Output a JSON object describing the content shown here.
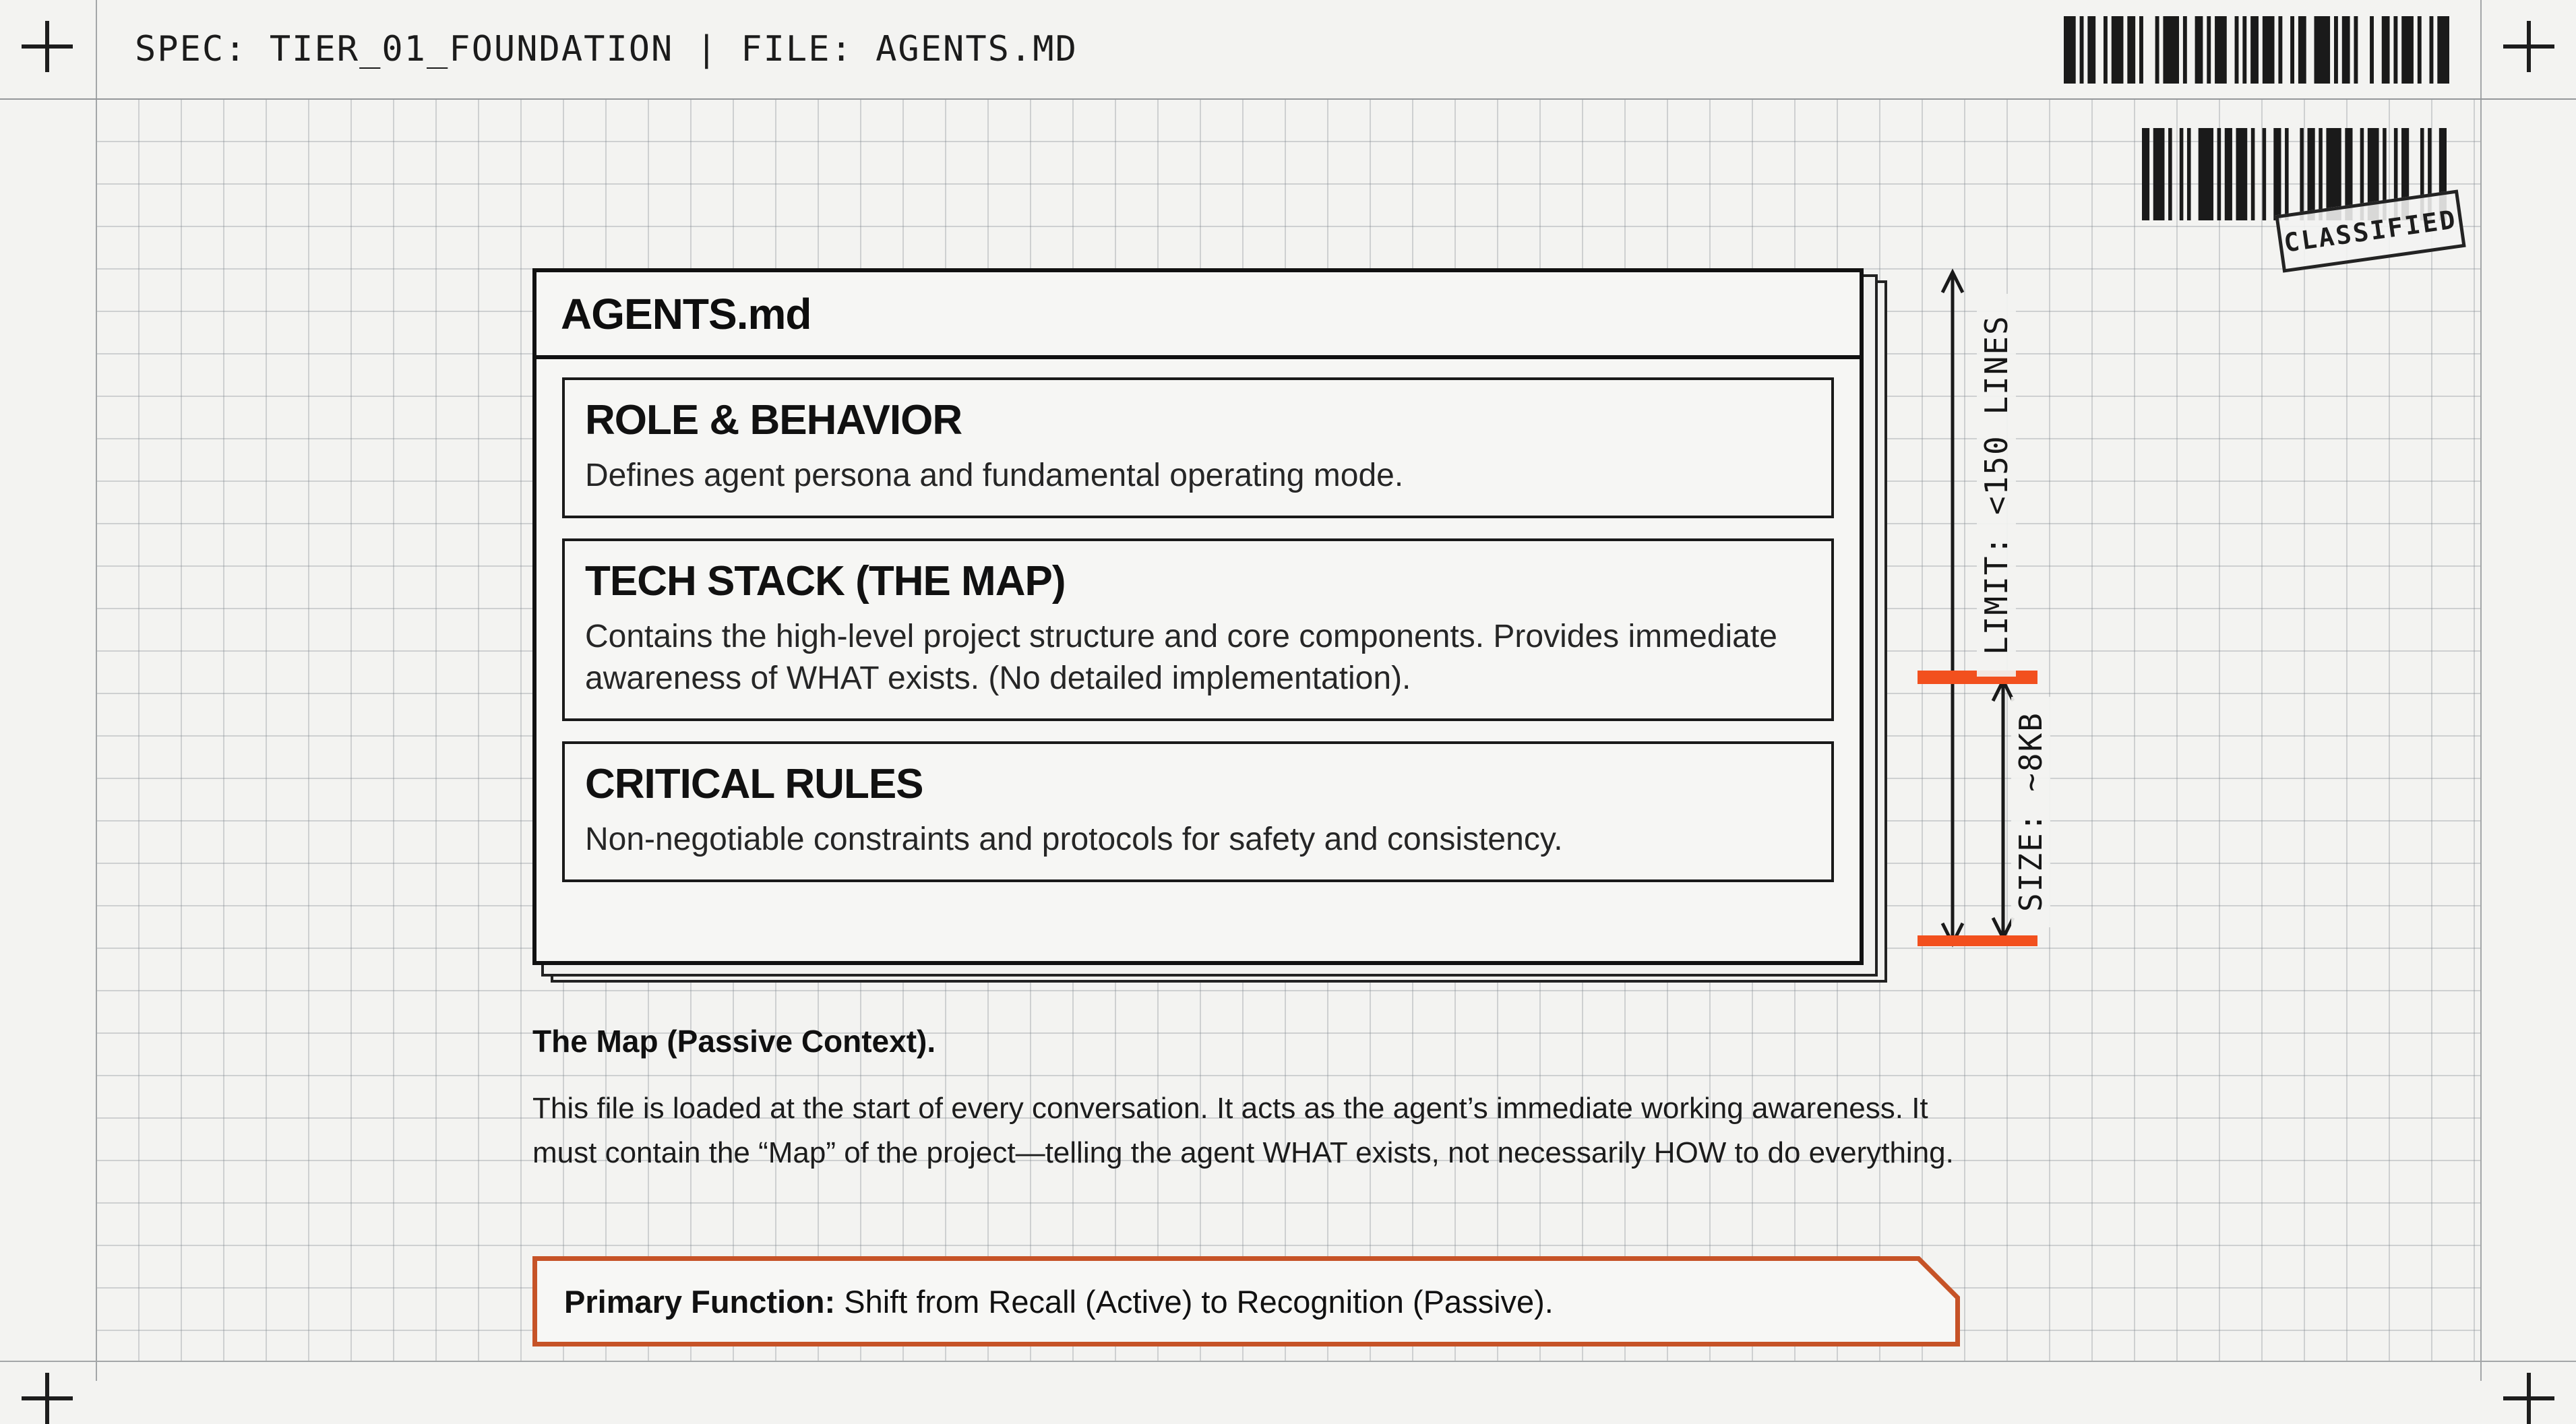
{
  "header": {
    "title": "SPEC: TIER_01_FOUNDATION | FILE: AGENTS.MD"
  },
  "stamp": {
    "label": "CLASSIFIED"
  },
  "card": {
    "title": "AGENTS.md",
    "sections": [
      {
        "title": "ROLE & BEHAVIOR",
        "description": "Defines agent persona and fundamental operating mode."
      },
      {
        "title": "TECH STACK (THE MAP)",
        "description": "Contains the high-level project structure and core components. Provides immediate awareness of WHAT exists. (No detailed implementation)."
      },
      {
        "title": "CRITICAL RULES",
        "description": "Non-negotiable constraints and protocols for safety and consistency."
      }
    ]
  },
  "annotations": {
    "limit_label": "LIMIT: <150 LINES",
    "size_label": "SIZE: ~8KB"
  },
  "body_text": {
    "heading": "The Map (Passive Context).",
    "paragraph": "This file is loaded at the start of every conversation. It acts as the agent’s immediate working awareness. It must contain the “Map” of the project—telling the agent WHAT exists, not necessarily HOW to do everything.",
    "primary_label": "Primary Function:",
    "primary_text": " Shift from Recall (Active) to Recognition (Passive)."
  },
  "colors": {
    "accent_tick": "#f2501e",
    "accent_border": "#c65327",
    "ink": "#1a1a1a"
  },
  "decor": {
    "barcode_top": [
      3,
      1,
      1,
      1,
      2,
      2,
      1,
      1,
      3,
      1,
      2,
      1,
      1,
      3,
      1,
      1,
      4,
      1,
      1,
      2,
      2,
      1,
      1,
      1,
      3,
      2,
      1,
      1,
      1,
      1,
      2,
      1,
      3,
      1,
      1,
      2,
      1,
      1,
      2,
      2,
      4,
      1,
      1,
      1,
      2,
      1,
      1,
      3,
      1,
      2,
      2,
      1,
      1,
      1,
      3,
      1,
      1,
      2,
      1,
      1,
      3
    ],
    "barcode_classified": [
      2,
      1,
      3,
      1,
      1,
      2,
      1,
      1,
      1,
      2,
      4,
      1,
      1,
      1,
      2,
      1,
      3,
      1,
      1,
      2,
      1,
      2,
      2,
      1,
      1,
      3,
      1,
      1,
      2,
      1,
      1,
      1,
      4,
      1,
      2,
      2,
      1,
      1,
      3,
      1,
      1,
      2,
      1,
      1,
      2,
      3,
      1,
      1,
      1,
      2,
      2
    ]
  }
}
